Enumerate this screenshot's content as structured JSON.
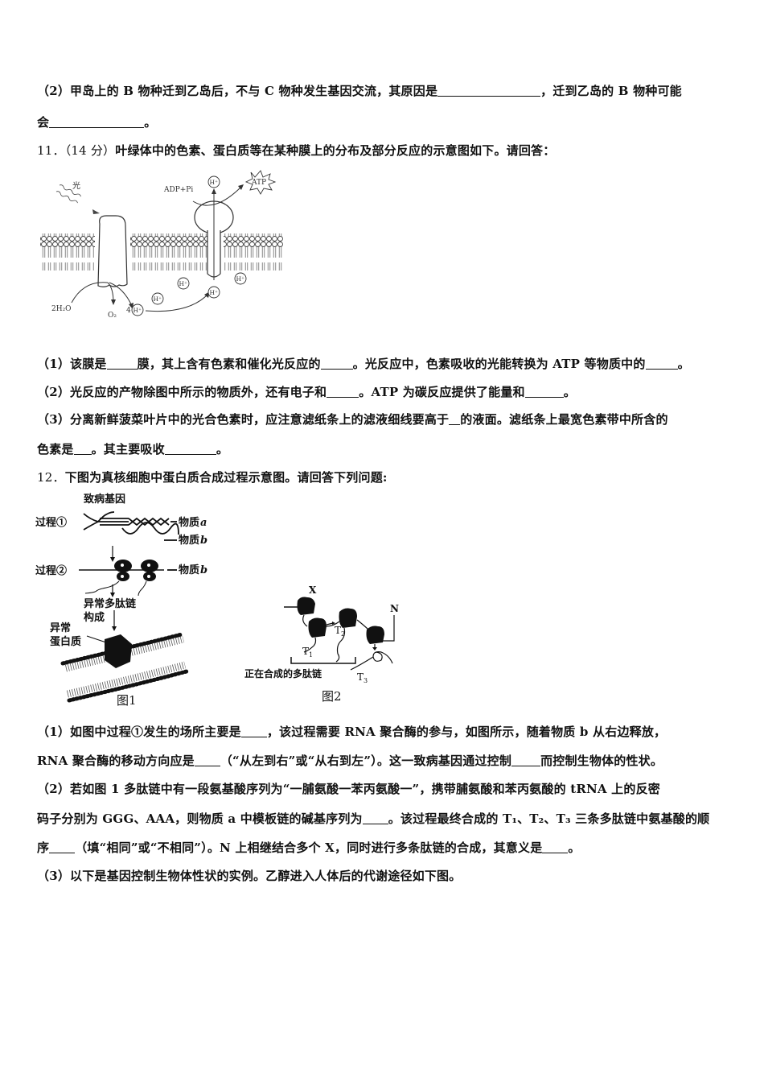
{
  "q10_part2": {
    "line1_a": "（2）甲岛上的 B 物种迁到乙岛后，不与 C 物种发生基因交流，其原因是",
    "line1_b": "，迁到乙岛的 B 物种可能",
    "line2_a": "会",
    "line2_b": "。"
  },
  "q11": {
    "number": "11．",
    "score": "（14 分）",
    "stem": "叶绿体中的色素、蛋白质等在某种膜上的分布及部分反应的示意图如下。请回答：",
    "figure": {
      "light_label": "光",
      "adp_label": "ADP+Pi",
      "atp_label": "ATP",
      "h_label": "H⁺",
      "water_label": "2H₂O",
      "oxygen_label": "O₂",
      "four_h_prefix": "4"
    },
    "p1_a": "（1）该膜是",
    "p1_b": "膜，其上含有色素和催化光反应的",
    "p1_c": "。光反应中，色素吸收的光能转换为 ATP 等物质中的",
    "p1_d": "。",
    "p2_a": "（2）光反应的产物除图中所示的物质外，还有电子和",
    "p2_b": "。ATP 为碳反应提供了能量和",
    "p2_c": "。",
    "p3_a": "（3）分离新鲜菠菜叶片中的光合色素时，应注意滤纸条上的滤液细线要高于",
    "p3_b": "的液面。滤纸条上最宽色素带中所含的",
    "p3_c": "色素是",
    "p3_d": "。其主要吸收",
    "p3_e": "。"
  },
  "q12": {
    "number": "12．",
    "stem": "下图为真核细胞中蛋白质合成过程示意图。请回答下列问题:",
    "fig1": {
      "gene_label": "致病基因",
      "process1": "过程①",
      "process2": "过程②",
      "substance_a": "物质",
      "substance_a_var": "a",
      "substance_b": "物质",
      "substance_b_var": "b",
      "abnormal_chain_1": "异常多肽链",
      "abnormal_chain_2": "构成",
      "abnormal_protein_1": "异常",
      "abnormal_protein_2": "蛋白质",
      "caption": "图1"
    },
    "fig2": {
      "x_label": "X",
      "n_label": "N",
      "t1": "T",
      "t1_sub": "1",
      "t2": "T",
      "t2_sub": "2",
      "t3": "T",
      "t3_sub": "3",
      "chain_label": "正在合成的多肽链",
      "caption": "图2"
    },
    "p1_a": "（1）如图中过程①发生的场所主要是",
    "p1_b": "，该过程需要 RNA 聚合酶的参与，如图所示，随着物质 b 从右边释放，",
    "p1_c": "RNA 聚合酶的移动方向应是",
    "p1_d": "（“从左到右”或“从右到左”）。这一致病基因通过控制",
    "p1_e": "而控制生物体的性状。",
    "p2_a": "（2）若如图 1 多肽链中有一段氨基酸序列为“一脯氨酸一苯丙氨酸一”，携带脯氨酸和苯丙氨酸的 tRNA 上的反密",
    "p2_b": "码子分别为 GGG、AAA，则物质 a 中模板链的碱基序列为",
    "p2_c": "。该过程最终合成的 T₁、T₂、T₃ 三条多肽链中氨基酸的顺",
    "p2_d": "序",
    "p2_e": "（填“相同”或“不相同”）。N 上相继结合多个 X，同时进行多条肽链的合成，其意义是",
    "p2_f": "。",
    "p3": "（3）以下是基因控制生物体性状的实例。乙醇进入人体后的代谢途径如下图。"
  }
}
